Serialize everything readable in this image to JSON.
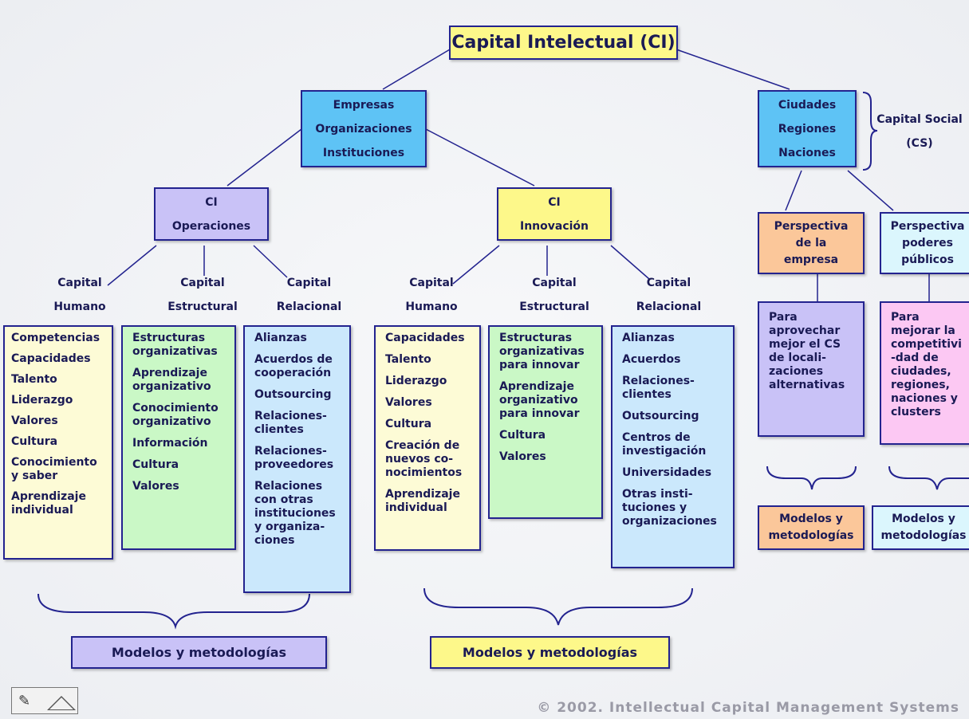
{
  "root": "Capital Intelectual (CI)",
  "empresas": [
    "Empresas",
    "Organizaciones",
    "Instituciones"
  ],
  "ciudades": [
    "Ciudades",
    "Regiones",
    "Naciones"
  ],
  "capital_social": [
    "Capital Social",
    "(CS)"
  ],
  "ci_operaciones": [
    "CI",
    "Operaciones"
  ],
  "ci_innovacion": [
    "CI",
    "Innovación"
  ],
  "op_labels": {
    "humano": [
      "Capital",
      "Humano"
    ],
    "estructural": [
      "Capital",
      "Estructural"
    ],
    "relacional": [
      "Capital",
      "Relacional"
    ]
  },
  "in_labels": {
    "humano": [
      "Capital",
      "Humano"
    ],
    "estructural": [
      "Capital",
      "Estructural"
    ],
    "relacional": [
      "Capital",
      "Relacional"
    ]
  },
  "op_humano_items": [
    "Competencias",
    "Capacidades",
    "Talento",
    "Liderazgo",
    "Valores",
    "Cultura",
    "Conocimiento\ny saber",
    "Aprendizaje\nindividual"
  ],
  "op_estructural_items": [
    "Estructuras\norganizativas",
    "Aprendizaje\norganizativo",
    "Conocimiento\norganizativo",
    "Información",
    "Cultura",
    "Valores"
  ],
  "op_relacional_items": [
    "Alianzas",
    "Acuerdos de\ncooperación",
    "Outsourcing",
    "Relaciones-\nclientes",
    "Relaciones-\nproveedores",
    "Relaciones\ncon otras\ninstituciones\ny organiza-\nciones"
  ],
  "in_humano_items": [
    "Capacidades",
    "Talento",
    "Liderazgo",
    "Valores",
    "Cultura",
    "Creación de\nnuevos co-\nnocimientos",
    "Aprendizaje\nindividual"
  ],
  "in_estructural_items": [
    "Estructuras\norganizativas\npara innovar",
    "Aprendizaje\norganizativo\npara innovar",
    "Cultura",
    "Valores"
  ],
  "in_relacional_items": [
    "Alianzas",
    "Acuerdos",
    "Relaciones-\nclientes",
    "Outsourcing",
    "Centros de\ninvestigación",
    "Universidades",
    "Otras insti-\ntuciones y\norganizaciones"
  ],
  "persp_empresa": [
    "Perspectiva",
    "de la",
    "empresa"
  ],
  "persp_poderes": [
    "Perspectiva",
    "poderes",
    "públicos"
  ],
  "para_empresa": "Para\naprovechar\nmejor el CS\nde locali-\nzaciones\nalternativas",
  "para_poderes": "Para\nmejorar la\ncompetitivi\n-dad de\nciudades,\nregiones,\nnaciones y\nclusters",
  "modelos": "Modelos y metodologías",
  "modelos_small": [
    "Modelos y",
    "metodologías"
  ],
  "footer": "© 2002. Intellectual Capital Management Systems"
}
